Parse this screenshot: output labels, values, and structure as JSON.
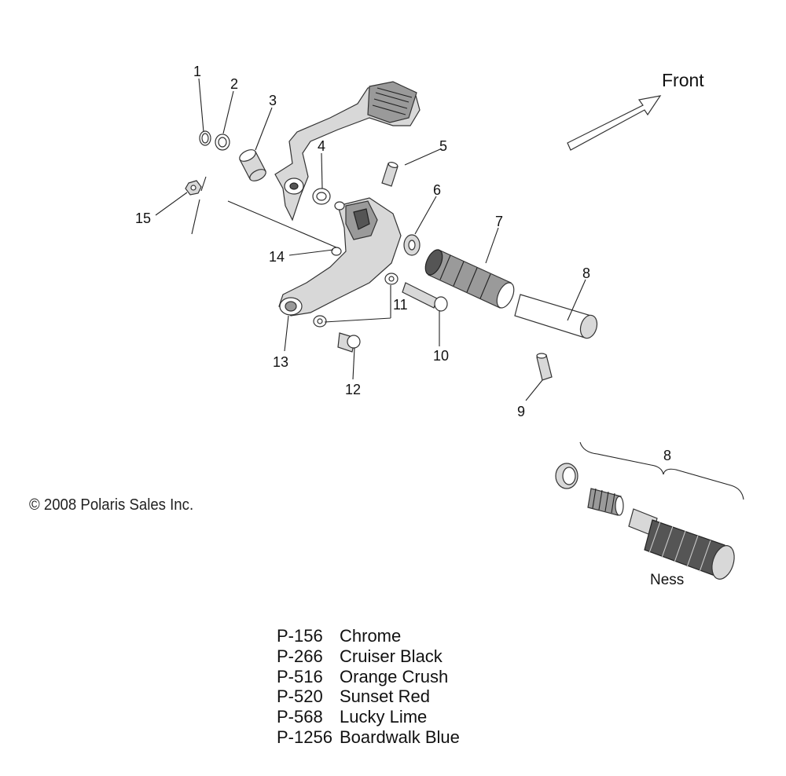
{
  "diagram": {
    "direction_label": "Front",
    "callouts": [
      "1",
      "2",
      "3",
      "4",
      "5",
      "6",
      "7",
      "8",
      "9",
      "10",
      "11",
      "12",
      "13",
      "14",
      "15"
    ],
    "kit_callout": "8",
    "kit_label": "Ness",
    "copyright": "© 2008 Polaris Sales Inc.",
    "color_options": [
      {
        "code": "P-156",
        "name": "Chrome"
      },
      {
        "code": "P-266",
        "name": "Cruiser Black"
      },
      {
        "code": "P-516",
        "name": "Orange Crush"
      },
      {
        "code": "P-520",
        "name": "Sunset Red"
      },
      {
        "code": "P-568",
        "name": "Lucky Lime"
      },
      {
        "code": "P-1256",
        "name": "Boardwalk Blue"
      }
    ]
  }
}
